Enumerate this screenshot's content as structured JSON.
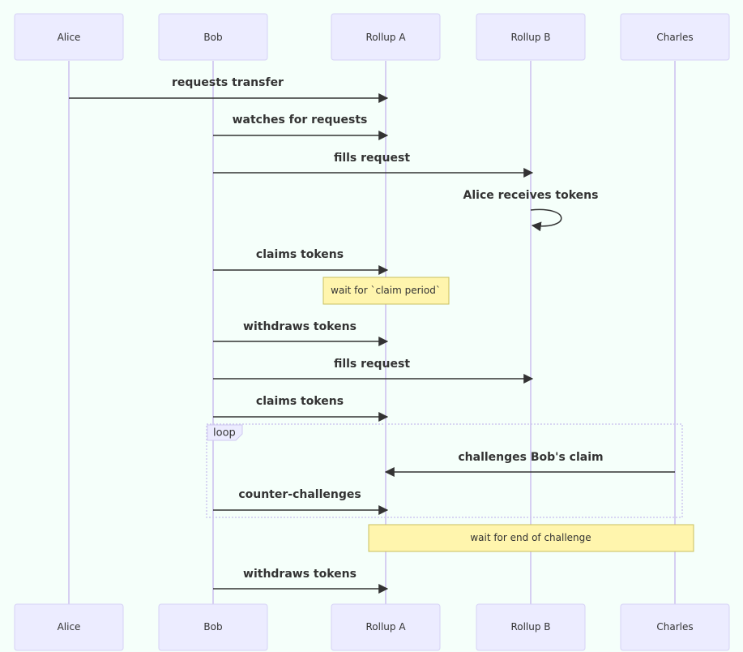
{
  "actors": [
    {
      "id": "alice",
      "label": "Alice"
    },
    {
      "id": "bob",
      "label": "Bob"
    },
    {
      "id": "rollup-a",
      "label": "Rollup A"
    },
    {
      "id": "rollup-b",
      "label": "Rollup B"
    },
    {
      "id": "charles",
      "label": "Charles"
    }
  ],
  "messages": [
    {
      "from": "alice",
      "to": "rollup-a",
      "label": "requests transfer"
    },
    {
      "from": "bob",
      "to": "rollup-a",
      "label": "watches for requests"
    },
    {
      "from": "bob",
      "to": "rollup-b",
      "label": "fills request"
    },
    {
      "from": "rollup-b",
      "to": "rollup-b",
      "label": "Alice receives tokens"
    },
    {
      "from": "bob",
      "to": "rollup-a",
      "label": "claims tokens"
    },
    {
      "from": "bob",
      "to": "rollup-a",
      "label": "withdraws tokens"
    },
    {
      "from": "bob",
      "to": "rollup-b",
      "label": "fills request"
    },
    {
      "from": "bob",
      "to": "rollup-a",
      "label": "claims tokens"
    },
    {
      "from": "charles",
      "to": "rollup-a",
      "label": "challenges Bob's claim"
    },
    {
      "from": "bob",
      "to": "rollup-a",
      "label": "counter-challenges"
    },
    {
      "from": "bob",
      "to": "rollup-a",
      "label": "withdraws tokens"
    }
  ],
  "notes": [
    {
      "label": "wait for `claim period`",
      "over": [
        "rollup-a"
      ]
    },
    {
      "label": "wait for end of challenge",
      "over": [
        "rollup-a",
        "charles"
      ]
    }
  ],
  "loop": {
    "label": "loop"
  },
  "colors": {
    "background": "#f5fffa",
    "actor_fill": "#ececff",
    "actor_border": "#d6d2f5",
    "lifeline": "#d6cff2",
    "note_fill": "#fff5ad",
    "note_border": "#c9c060",
    "text": "#333333"
  }
}
